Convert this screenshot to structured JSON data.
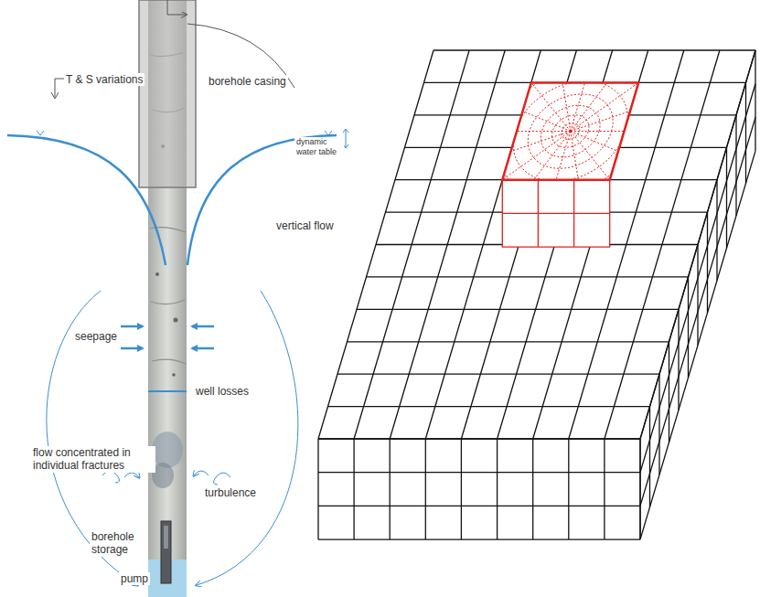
{
  "diagram": {
    "labels": [
      "T & S variations",
      "borehole casing",
      "dynamic water table",
      "vertical flow",
      "seepage",
      "well losses",
      "flow concentrated in individual fractures",
      "turbulence",
      "borehole storage",
      "pump"
    ]
  }
}
